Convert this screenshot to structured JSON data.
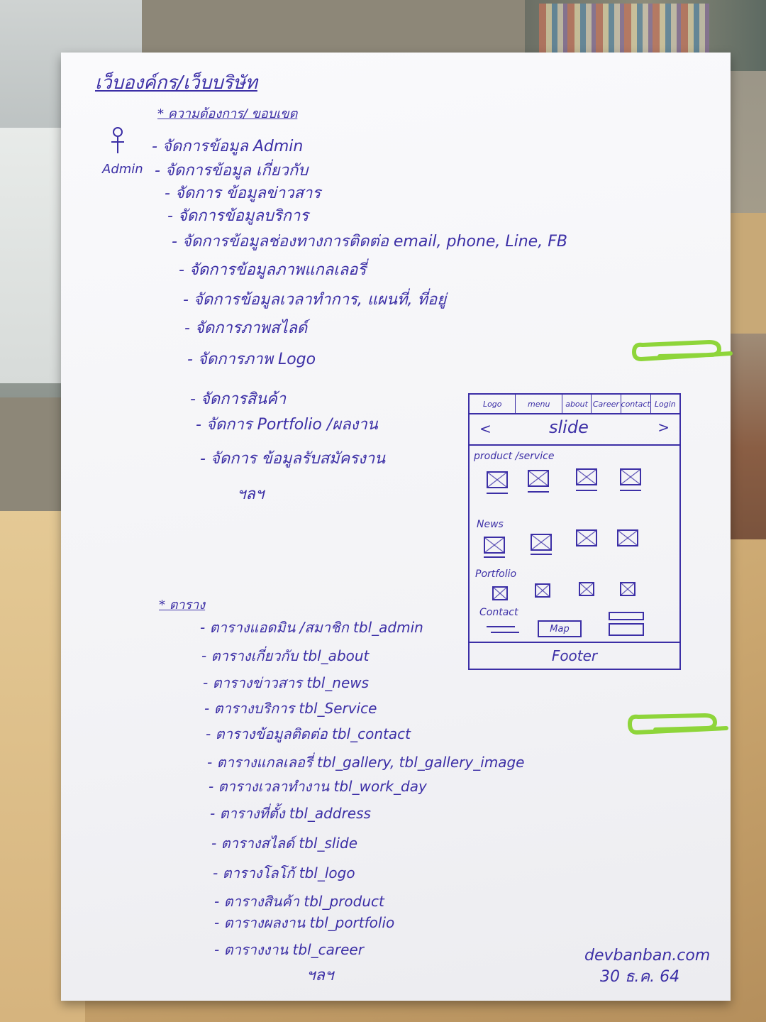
{
  "header": {
    "title": "เว็บองค์กร/เว็บบริษัท",
    "subtitle": "* ความต้องการ/ ขอบเขต",
    "admin_label": "Admin"
  },
  "admin_tasks": [
    "- จัดการข้อมูล Admin",
    "- จัดการข้อมูล เกี่ยวกับ",
    "- จัดการ ข้อมูลข่าวสาร",
    "- จัดการข้อมูลบริการ",
    "- จัดการข้อมูลช่องทางการติดต่อ email, phone, Line, FB",
    "- จัดการข้อมูลภาพแกลเลอรี่",
    "- จัดการข้อมูลเวลาทำการ, แผนที่, ที่อยู่",
    "- จัดการภาพสไลด์",
    "- จัดการภาพ Logo",
    "- จัดการสินค้า",
    "- จัดการ Portfolio /ผลงาน",
    "- จัดการ ข้อมูลรับสมัครงาน"
  ],
  "tasks_end": "ฯลฯ",
  "tables_heading": "* ตาราง",
  "tables": [
    "- ตารางแอดมิน /สมาชิก tbl_admin",
    "- ตารางเกี่ยวกับ tbl_about",
    "- ตารางข่าวสาร tbl_news",
    "- ตารางบริการ tbl_Service",
    "- ตารางข้อมูลติดต่อ tbl_contact",
    "- ตารางแกลเลอรี่ tbl_gallery, tbl_gallery_image",
    "- ตารางเวลาทำงาน tbl_work_day",
    "- ตารางที่ตั้ง tbl_address",
    "- ตารางสไลด์ tbl_slide",
    "- ตารางโลโก้ tbl_logo",
    "- ตารางสินค้า tbl_product",
    "- ตารางผลงาน tbl_portfolio",
    "- ตารางงาน tbl_career"
  ],
  "tables_end": "ฯลฯ",
  "signature": {
    "site": "devbanban.com",
    "date": "30 ธ.ค. 64"
  },
  "wireframe": {
    "nav": [
      "Logo",
      "menu",
      "about",
      "Career",
      "contact",
      "Login"
    ],
    "slide_label": "slide",
    "arrow_left": "<",
    "arrow_right": ">",
    "sections": {
      "product": "product /service",
      "news": "News",
      "portfolio": "Portfolio",
      "contact": "Contact"
    },
    "map_label": "Map",
    "footer_label": "Footer"
  },
  "colors": {
    "ink": "#3c2fa6",
    "paper": "#f6f6f8",
    "clip": "#8ed53a"
  }
}
